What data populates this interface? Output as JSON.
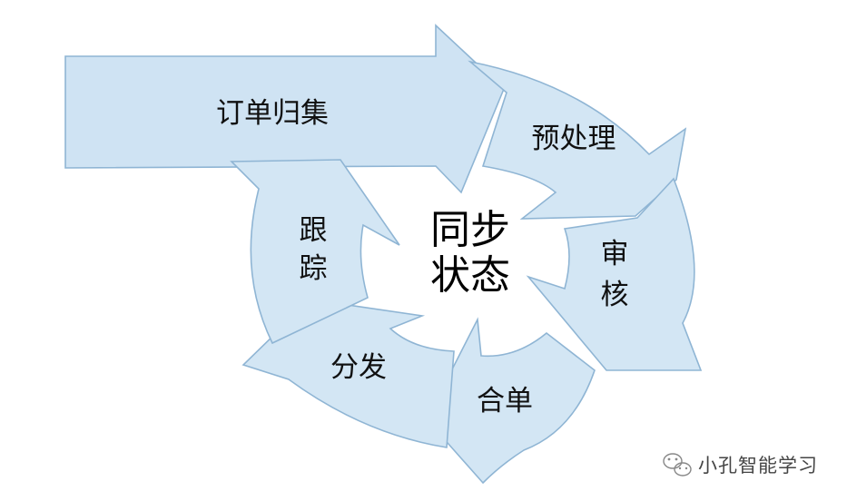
{
  "diagram": {
    "center": {
      "line1": "同步",
      "line2": "状态"
    },
    "steps": [
      {
        "label": "订单归集"
      },
      {
        "label": "预处理"
      },
      {
        "label": "审核"
      },
      {
        "label": "合单"
      },
      {
        "label": "分发"
      },
      {
        "label": "跟踪"
      }
    ],
    "colors": {
      "arrow_fill": "#d3e6f4",
      "arrow_stroke": "#8fb5d4"
    }
  },
  "watermark": {
    "text": "小孔智能学习",
    "icon": "wechat-icon"
  }
}
